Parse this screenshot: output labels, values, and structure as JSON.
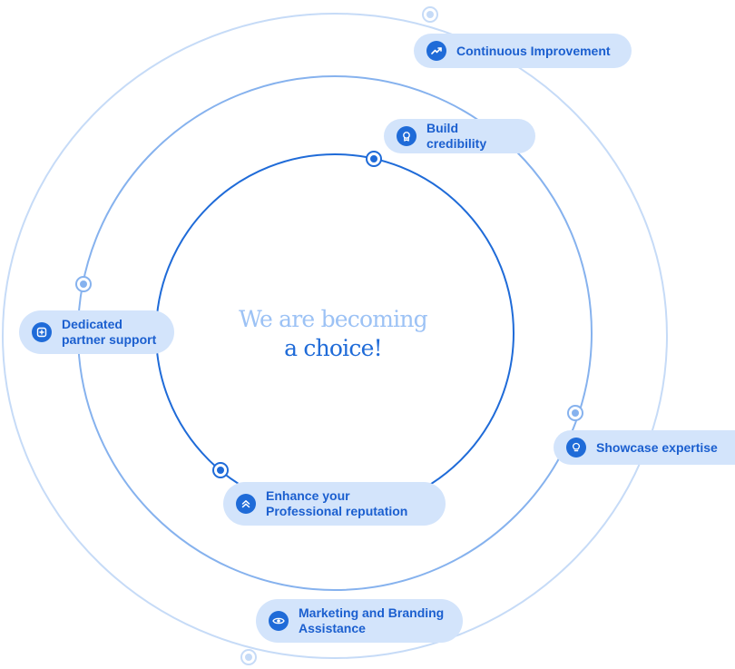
{
  "headline": {
    "line1": "We are becoming",
    "line2": "a choice!"
  },
  "pills": [
    {
      "id": "continuous-improvement",
      "label": "Continuous Improvement",
      "icon": "trending-up-icon"
    },
    {
      "id": "build-credibility",
      "label": "Build credibility",
      "icon": "award-icon"
    },
    {
      "id": "dedicated-partner-support",
      "label": "Dedicated\npartner support",
      "icon": "chat-plus-icon"
    },
    {
      "id": "showcase-expertise",
      "label": "Showcase expertise",
      "icon": "lightbulb-icon"
    },
    {
      "id": "enhance-reputation",
      "label": "Enhance your\nProfessional reputation",
      "icon": "double-chevron-up-icon"
    },
    {
      "id": "marketing-branding",
      "label": "Marketing and Branding\nAssistance",
      "icon": "eye-icon"
    }
  ],
  "colors": {
    "inner_ring": "#1f6bd8",
    "middle_ring": "#86b2ee",
    "outer_ring": "#c6dbf7",
    "pill_bg": "#d3e4fb",
    "pill_text": "#1b5fcf",
    "headline_light": "#9cc2f5",
    "headline_dark": "#1f6bd8"
  }
}
